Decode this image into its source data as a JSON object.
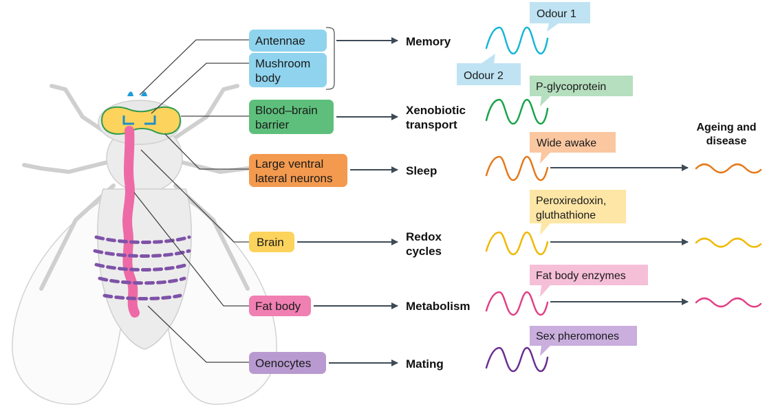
{
  "panel_label": "",
  "colors": {
    "antennae": "#8fd3ee",
    "mushroom": "#8fd3ee",
    "bbb": "#5dbf7b",
    "lvn": "#f39a4f",
    "brain": "#fbd35d",
    "fat": "#f07fb2",
    "oeno": "#b89ad1",
    "memory_wave": "#17b6d6",
    "xeno_wave": "#1aa34a",
    "sleep_wave": "#e5781a",
    "redox_wave": "#f0b800",
    "metab_wave": "#e23f86",
    "mating_wave": "#6a2d91",
    "arrow": "#3c4a55",
    "gut": "#ee6aa6",
    "oenocyte_dots": "#7e52a8"
  },
  "tissues": {
    "antennae": "Antennae",
    "mushroom_1": "Mushroom",
    "mushroom_2": "body",
    "bbb_1": "Blood–brain",
    "bbb_2": "barrier",
    "lvn_1": "Large ventral",
    "lvn_2": "lateral neurons",
    "brain": "Brain",
    "fat_body": "Fat body",
    "oenocytes": "Oenocytes"
  },
  "functions": {
    "memory": "Memory",
    "xeno_1": "Xenobiotic",
    "xeno_2": "transport",
    "sleep": "Sleep",
    "redox_1": "Redox",
    "redox_2": "cycles",
    "metabolism": "Metabolism",
    "mating": "Mating"
  },
  "callouts": {
    "odour1": "Odour 1",
    "odour2": "Odour 2",
    "pgp": "P-glycoprotein",
    "wide_awake": "Wide awake",
    "perox_1": "Peroxiredoxin,",
    "perox_2": "gluthathione",
    "fat_enzymes": "Fat body enzymes",
    "sex_pheromones": "Sex pheromones"
  },
  "header": {
    "ageing_1": "Ageing and",
    "ageing_2": "disease"
  }
}
